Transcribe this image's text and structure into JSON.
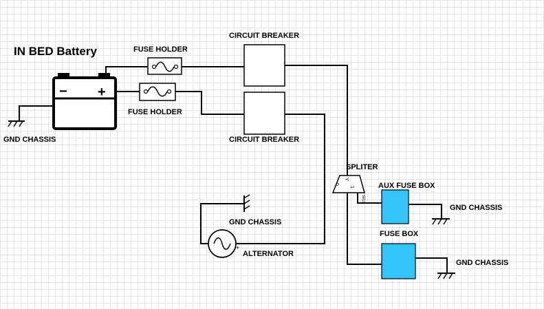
{
  "title": "IN BED Battery",
  "labels": {
    "fuse_holder_top": "FUSE HOLDER",
    "fuse_holder_bottom": "FUSE HOLDER",
    "circuit_breaker_top": "CIRCUIT BREAKER",
    "circuit_breaker_bottom": "CIRCUIT BREAKER",
    "gnd_battery": "GND CHASSIS",
    "gnd_alternator": "GND CHASSIS",
    "gnd_aux": "GND CHASSIS",
    "gnd_fusebox": "GND CHASSIS",
    "splitter": "SPLITER",
    "aux_fuse_box": "AUX FUSE BOX",
    "fuse_box": "FUSE BOX",
    "alternator": "ALTERNATOR"
  },
  "battery": {
    "neg": "−",
    "pos": "+"
  },
  "splitter_pins": {
    "a": "0",
    "b": "Y",
    "c": "1",
    "sel": "SEL0"
  },
  "colors": {
    "fuse_box_fill": "#33c5fa",
    "grid": "#e4e4e4",
    "wire": "#000000"
  }
}
